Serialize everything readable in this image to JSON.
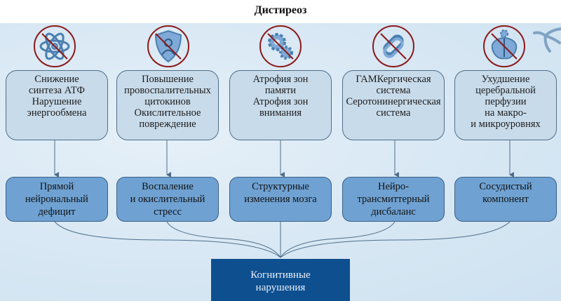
{
  "title": "Дистиреоз",
  "colors": {
    "top_box_fill": "#c8dbea",
    "mid_box_fill": "#6fa2d3",
    "final_box_fill": "#0e4f8f",
    "prohibit_ring": "#8b1a1a",
    "icon_fill": "#7fa9d6"
  },
  "columns": [
    {
      "icon": "atom-prohibited-icon",
      "mechanism": "Снижение\nсинтеза АТФ\nНарушение\nэнергообмена",
      "effect": "Прямой\nнейрональный\nдефицит"
    },
    {
      "icon": "shield-person-prohibited-icon",
      "mechanism": "Повышение\nпровоспалительных\nцитокинов\nОкислительное\nповреждение",
      "effect": "Воспаление\nи окислительный\nстресс"
    },
    {
      "icon": "gears-prohibited-icon",
      "mechanism": "Атрофия зон\nпамяти\nАтрофия зон\nвнимания",
      "effect": "Структурные\nизменения мозга"
    },
    {
      "icon": "chain-link-prohibited-icon",
      "mechanism": "ГАМКергическая\nсистема\nСеротонинергическая\nсистема",
      "effect": "Нейро-\nтрансмиттерный\nдисбаланс"
    },
    {
      "icon": "brain-gear-prohibited-icon",
      "mechanism": "Ухудшение\nцеребральной\nперфузии\nна макро-\nи микроуровнях",
      "effect": "Сосудистый\nкомпонент"
    }
  ],
  "outcome": "Когнитивные\nнарушения"
}
